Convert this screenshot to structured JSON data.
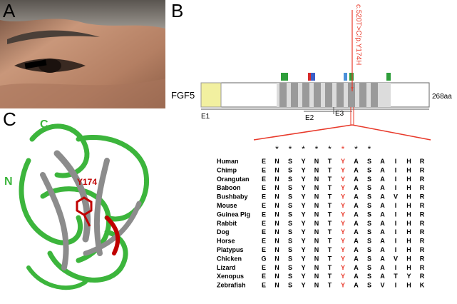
{
  "panels": {
    "a": "A",
    "b": "B",
    "c": "C"
  },
  "colors": {
    "mutation": "#e8392a",
    "structure_green": "#3cb53c",
    "residue_red": "#c00000",
    "domain_yellow": "#f2f0a0"
  },
  "gene": {
    "name": "FGF5",
    "length": "268aa",
    "mutation": "c.520T>C/p.Y174H",
    "exons": [
      "E1",
      "E2",
      "E3"
    ]
  },
  "structure": {
    "c_term": "C",
    "n_term": "N",
    "residue": "Y174"
  },
  "alignment": {
    "conservation": [
      "*",
      "*",
      "*",
      "*",
      "*",
      "*",
      "*",
      "*",
      "",
      "",
      "",
      ""
    ],
    "highlight_col": 5,
    "rows": [
      {
        "species": "Human",
        "seq": [
          "E",
          "N",
          "S",
          "Y",
          "N",
          "T",
          "Y",
          "A",
          "S",
          "A",
          "I",
          "H",
          "R"
        ]
      },
      {
        "species": "Chimp",
        "seq": [
          "E",
          "N",
          "S",
          "Y",
          "N",
          "T",
          "Y",
          "A",
          "S",
          "A",
          "I",
          "H",
          "R"
        ]
      },
      {
        "species": "Orangutan",
        "seq": [
          "E",
          "N",
          "S",
          "Y",
          "N",
          "T",
          "Y",
          "A",
          "S",
          "A",
          "I",
          "H",
          "R"
        ]
      },
      {
        "species": "Baboon",
        "seq": [
          "E",
          "N",
          "S",
          "Y",
          "N",
          "T",
          "Y",
          "A",
          "S",
          "A",
          "I",
          "H",
          "R"
        ]
      },
      {
        "species": "Bushbaby",
        "seq": [
          "E",
          "N",
          "S",
          "Y",
          "N",
          "T",
          "Y",
          "A",
          "S",
          "A",
          "V",
          "H",
          "R"
        ]
      },
      {
        "species": "Mouse",
        "seq": [
          "E",
          "N",
          "S",
          "Y",
          "N",
          "T",
          "Y",
          "A",
          "S",
          "A",
          "I",
          "H",
          "R"
        ]
      },
      {
        "species": "Guinea Pig",
        "seq": [
          "E",
          "N",
          "S",
          "Y",
          "N",
          "T",
          "Y",
          "A",
          "S",
          "A",
          "I",
          "H",
          "R"
        ]
      },
      {
        "species": "Rabbit",
        "seq": [
          "E",
          "N",
          "S",
          "Y",
          "N",
          "T",
          "Y",
          "A",
          "S",
          "A",
          "I",
          "H",
          "R"
        ]
      },
      {
        "species": "Dog",
        "seq": [
          "E",
          "N",
          "S",
          "Y",
          "N",
          "T",
          "Y",
          "A",
          "S",
          "A",
          "I",
          "H",
          "R"
        ]
      },
      {
        "species": "Horse",
        "seq": [
          "E",
          "N",
          "S",
          "Y",
          "N",
          "T",
          "Y",
          "A",
          "S",
          "A",
          "I",
          "H",
          "R"
        ]
      },
      {
        "species": "Platypus",
        "seq": [
          "E",
          "N",
          "S",
          "Y",
          "N",
          "T",
          "Y",
          "A",
          "S",
          "A",
          "I",
          "H",
          "R"
        ]
      },
      {
        "species": "Chicken",
        "seq": [
          "G",
          "N",
          "S",
          "Y",
          "N",
          "T",
          "Y",
          "A",
          "S",
          "A",
          "V",
          "H",
          "R"
        ]
      },
      {
        "species": "Lizard",
        "seq": [
          "E",
          "N",
          "S",
          "Y",
          "N",
          "T",
          "Y",
          "A",
          "S",
          "A",
          "I",
          "H",
          "R"
        ]
      },
      {
        "species": "Xenopus",
        "seq": [
          "E",
          "N",
          "S",
          "Y",
          "N",
          "T",
          "Y",
          "A",
          "S",
          "A",
          "T",
          "Y",
          "R"
        ]
      },
      {
        "species": "Zebrafish",
        "seq": [
          "E",
          "N",
          "S",
          "Y",
          "N",
          "T",
          "Y",
          "A",
          "S",
          "V",
          "I",
          "H",
          "K"
        ]
      }
    ]
  }
}
